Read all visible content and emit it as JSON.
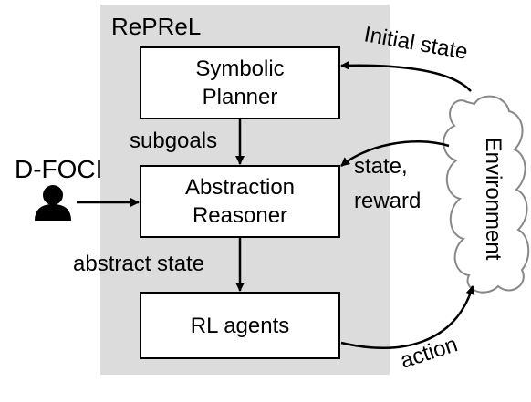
{
  "container": {
    "label": "RePReL"
  },
  "boxes": {
    "planner": {
      "line1": "Symbolic",
      "line2": "Planner"
    },
    "reasoner": {
      "line1": "Abstraction",
      "line2": "Reasoner"
    },
    "agents": {
      "label": "RL agents"
    }
  },
  "user": {
    "label": "D-FOCI"
  },
  "environment": {
    "label": "Environment"
  },
  "edges": {
    "subgoals": "subgoals",
    "abstract_state": "abstract state",
    "initial_state": "Initial state",
    "state_reward_line1": "state,",
    "state_reward_line2": "reward",
    "action": "action"
  }
}
